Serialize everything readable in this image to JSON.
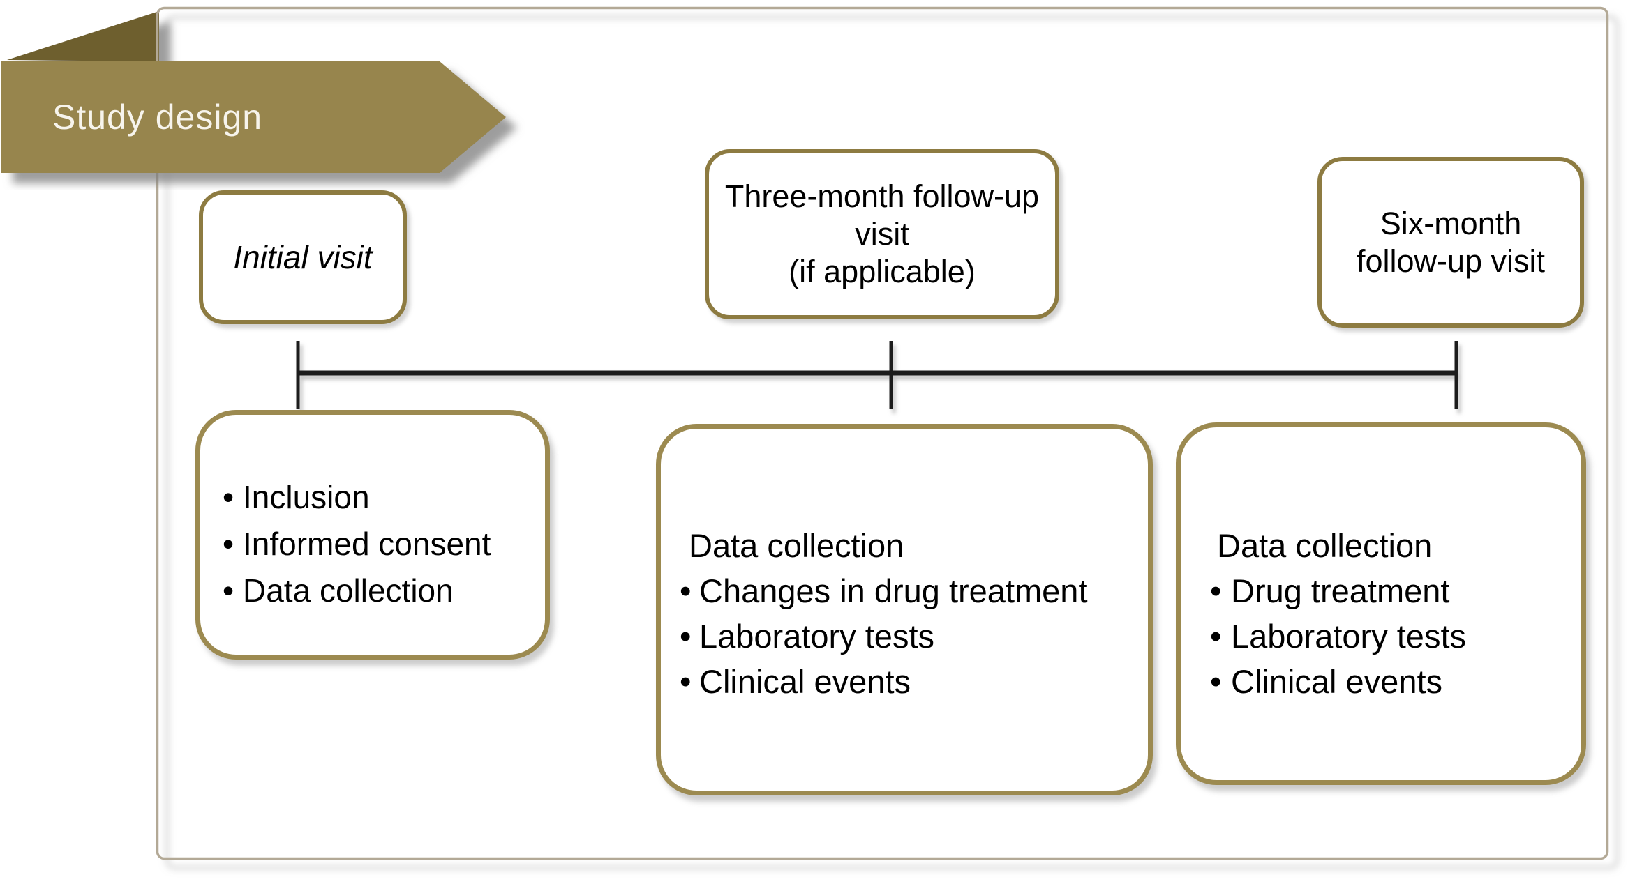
{
  "banner": {
    "label": "Study design"
  },
  "top_boxes": [
    {
      "lines": [
        "Initial visit"
      ]
    },
    {
      "lines": [
        "Three-month follow-up",
        "visit",
        "(if applicable)"
      ]
    },
    {
      "lines": [
        "Six-month",
        "follow-up visit"
      ]
    }
  ],
  "bottom_boxes": [
    {
      "bullets": [
        "Inclusion",
        "Informed consent",
        "Data collection"
      ]
    },
    {
      "heading": "Data collection",
      "bullets": [
        "Changes in drug treatment",
        "Laboratory tests",
        "Clinical events"
      ]
    },
    {
      "heading": "Data collection",
      "bullets": [
        "Drug treatment",
        "Laboratory tests",
        "Clinical events"
      ]
    }
  ],
  "colors": {
    "banner_fill": "#97854E",
    "banner_fold": "#6E5F2F",
    "banner_text": "#F7F4EC",
    "top_box_border": "#8D7B41",
    "bottom_box_border": "#9C8A50",
    "frame_border": "#B3A996",
    "timeline_line": "#1A1A1A",
    "body_text": "#000000"
  }
}
